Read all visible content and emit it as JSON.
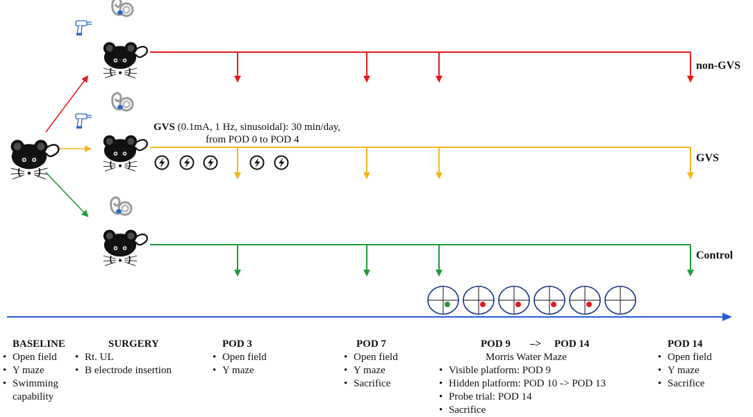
{
  "groups": [
    {
      "label": "non-GVS",
      "color": "#e31b1b"
    },
    {
      "label": "GVS",
      "color": "#f7b51c"
    },
    {
      "label": "Control",
      "color": "#1f9a3a"
    }
  ],
  "gvs_protocol": {
    "bold": "GVS",
    "line1_rest": "(0.1mA, 1 Hz, sinusoidal): 30 min/day,",
    "line2": "from POD 0 to POD 4"
  },
  "timeline_color": "#2a5bd7",
  "mwm_trials": [
    {
      "dot": "green"
    },
    {
      "dot": "red"
    },
    {
      "dot": "red"
    },
    {
      "dot": "red"
    },
    {
      "dot": "red"
    },
    {
      "dot": "none"
    }
  ],
  "timepoints": {
    "baseline": {
      "title": "BASELINE",
      "items": [
        "Open field",
        "Y maze",
        "Swimming",
        "capability"
      ]
    },
    "surgery": {
      "title": "SURGERY",
      "items": [
        "Rt. UL",
        "B electrode insertion"
      ]
    },
    "pod3": {
      "title": "POD 3",
      "items": [
        "Open field",
        "Y maze"
      ]
    },
    "pod7": {
      "title": "POD 7",
      "items": [
        "Open field",
        "Y maze",
        "Sacrifice"
      ]
    },
    "pod9_14": {
      "title_a": "POD 9",
      "arrow": "–>",
      "title_b": "POD 14",
      "subtitle": "Morris Water Maze",
      "items": [
        "Visible platform: POD 9",
        "Hidden platform: POD 10 -> POD 13",
        "Probe trial: POD 14",
        "Sacrifice"
      ]
    },
    "pod14": {
      "title": "POD 14",
      "items": [
        "Open field",
        "Y maze",
        "Sacrifice"
      ]
    }
  }
}
